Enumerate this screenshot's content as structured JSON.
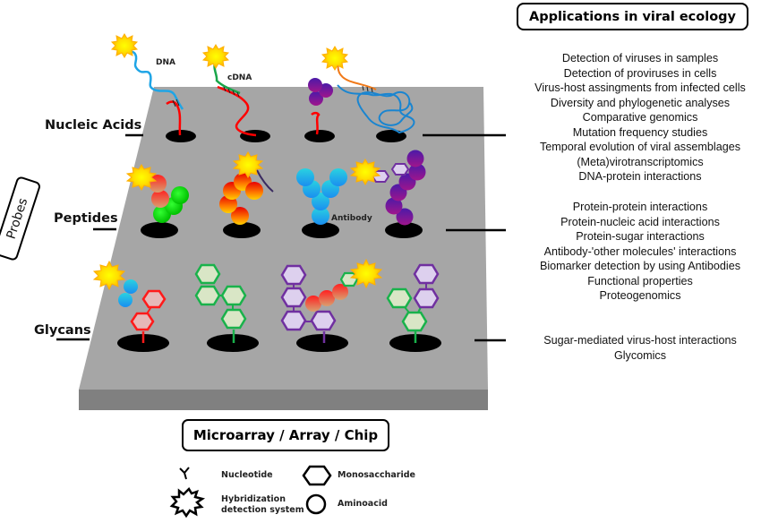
{
  "applications": {
    "title": "Applications in viral ecology",
    "nucleic_acids": [
      "Detection of viruses in samples",
      "Detection of proviruses in cells",
      "Virus-host assingments from infected cells",
      "Diversity and phylogenetic analyses",
      "Comparative genomics",
      "Mutation frequency studies",
      "Temporal evolution of viral assemblages",
      "(Meta)virotranscriptomics",
      "DNA-protein interactions"
    ],
    "peptides": [
      "Protein-protein interactions",
      "Protein-nucleic acid interactions",
      "Protein-sugar interactions",
      "Antibody-'other molecules' interactions",
      "Biomarker detection by using Antibodies",
      "Functional properties",
      "Proteogenomics"
    ],
    "glycans": [
      "Sugar-mediated virus-host interactions",
      "Glycomics"
    ]
  },
  "probes_label": "Probes",
  "rows": {
    "nucleic_acids": "Nucleic Acids",
    "peptides": "Peptides",
    "glycans": "Glycans"
  },
  "molecule_labels": {
    "dna": "DNA",
    "cdna": "cDNA",
    "antibody": "Antibody"
  },
  "platform_label": "Microarray / Array / Chip",
  "legend": {
    "nucleotide": "Nucleotide",
    "monosaccharide": "Monosaccharide",
    "hybridization_line1": "Hybridization",
    "hybridization_line2": "detection system",
    "aminoacid": "Aminoacid"
  },
  "colors": {
    "plate_top": "#a6a6a6",
    "plate_side": "#808080",
    "probe_red": "#ff0000",
    "dna_blue": "#1fa5e6",
    "cdna_green": "#1aa64a",
    "glycan_green": "#19b24b",
    "glycan_red": "#ff1a1a",
    "glycan_purple": "#7030a0",
    "antibody_cyan": "#1aaee8",
    "star_yellow": "#ffd700"
  }
}
